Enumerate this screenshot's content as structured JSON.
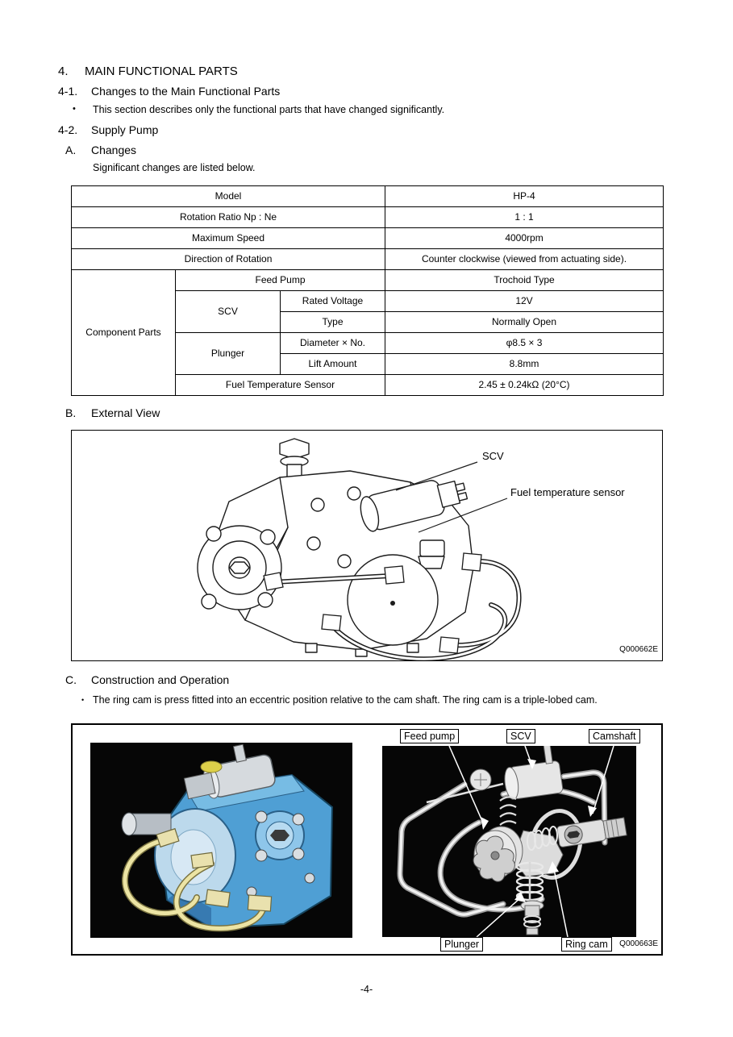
{
  "glyphs": {
    "bullet_large": "•",
    "bullet_small": "•"
  },
  "headings": {
    "h4": {
      "num": "4.",
      "text": "MAIN FUNCTIONAL PARTS"
    },
    "h41": {
      "num": "4-1.",
      "text": "Changes to the Main Functional Parts"
    },
    "h41_note": "This section describes only the functional parts that have changed significantly.",
    "h42": {
      "num": "4-2.",
      "text": "Supply Pump"
    },
    "sec_a": {
      "num": "A.",
      "text": "Changes"
    },
    "sec_a_note": "Significant changes are listed below.",
    "sec_b": {
      "num": "B.",
      "text": "External View"
    },
    "sec_c": {
      "num": "C.",
      "text": "Construction and Operation"
    },
    "sec_c_note": "The ring cam is press fitted into an eccentric position relative to the cam shaft. The ring cam is a triple-lobed cam."
  },
  "spec_table": {
    "r1": {
      "label": "Model",
      "value": "HP-4"
    },
    "r2": {
      "label": "Rotation Ratio Np : Ne",
      "value": "1 : 1"
    },
    "r3": {
      "label": "Maximum Speed",
      "value": "4000rpm"
    },
    "r4": {
      "label": "Direction of Rotation",
      "value": "Counter clockwise (viewed from actuating side)."
    },
    "r5": {
      "group": "Component Parts",
      "label": "Feed Pump",
      "value": "Trochoid Type"
    },
    "r6": {
      "part": "SCV",
      "label": "Rated Voltage",
      "value": "12V"
    },
    "r7": {
      "label": "Type",
      "value": "Normally Open"
    },
    "r8": {
      "part": "Plunger",
      "label": "Diameter × No.",
      "value": "φ8.5 × 3"
    },
    "r9": {
      "label": "Lift Amount",
      "value": "8.8mm"
    },
    "r10": {
      "label": "Fuel Temperature Sensor",
      "value": "2.45 ± 0.24kΩ (20°C)"
    }
  },
  "figure_external": {
    "label_scv": "SCV",
    "label_fuel_temp": "Fuel temperature sensor",
    "code": "Q000662E"
  },
  "figure_construction": {
    "label_feed_pump": "Feed pump",
    "label_scv": "SCV",
    "label_camshaft": "Camshaft",
    "label_plunger": "Plunger",
    "label_ring_cam": "Ring cam",
    "code": "Q000663E"
  },
  "footer": {
    "page_number": "-4-"
  },
  "colors": {
    "figure_background": "#060606",
    "pump_body_blue": "#5aa7d8",
    "pipe_yellow": "#ece4a4",
    "line_art": "#1c1c1c"
  }
}
